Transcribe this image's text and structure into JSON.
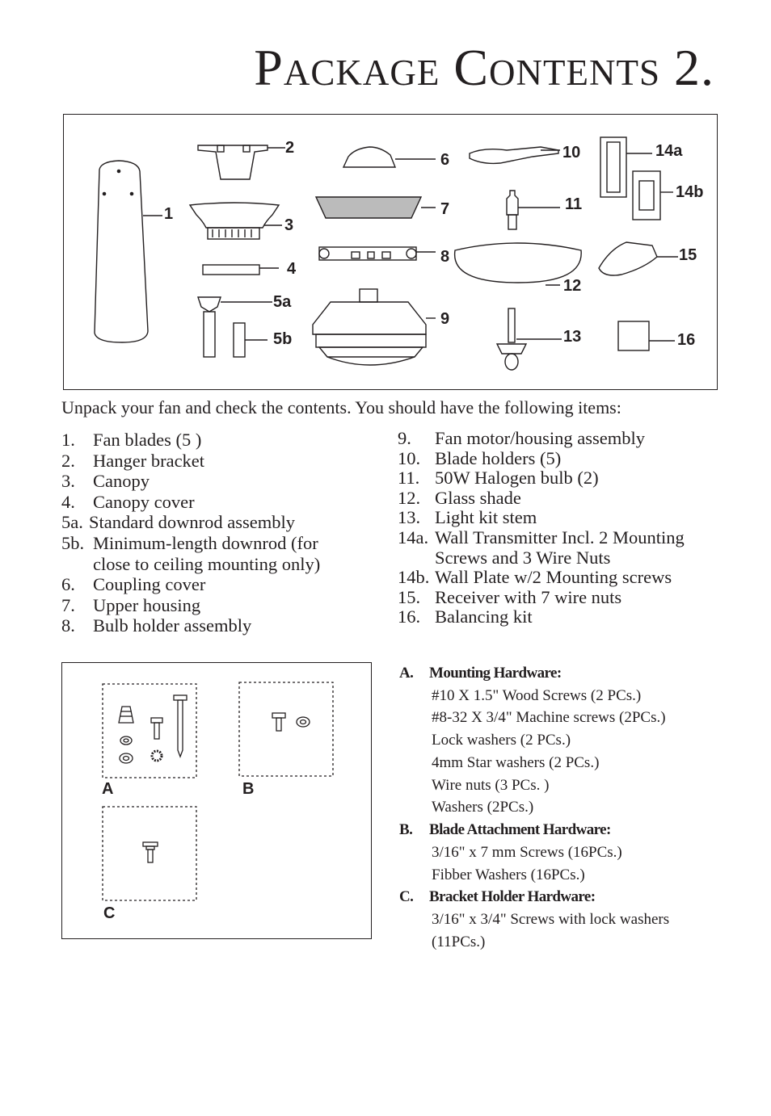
{
  "title": "Package Contents 2.",
  "figure_labels": [
    "1",
    "2",
    "3",
    "4",
    "5a",
    "5b",
    "6",
    "7",
    "8",
    "9",
    "10",
    "11",
    "12",
    "13",
    "14a",
    "14b",
    "15",
    "16"
  ],
  "intro": "Unpack your fan and check the contents. You should have the following items:",
  "items_left": [
    {
      "num": "1.",
      "text": "Fan blades (5 )"
    },
    {
      "num": "2.",
      "text": "Hanger bracket"
    },
    {
      "num": "3.",
      "text": "Canopy"
    },
    {
      "num": "4.",
      "text": "Canopy cover"
    },
    {
      "num": "5a.",
      "text": "Standard downrod assembly"
    },
    {
      "num": "5b.",
      "text": "Minimum-length downrod (for close to ceiling mounting only)"
    },
    {
      "num": "6.",
      "text": "Coupling cover"
    },
    {
      "num": "7.",
      "text": "Upper housing"
    },
    {
      "num": "8.",
      "text": "Bulb holder assembly"
    }
  ],
  "items_right": [
    {
      "num": "9.",
      "text": "Fan motor/housing assembly"
    },
    {
      "num": "10.",
      "text": "Blade holders (5)"
    },
    {
      "num": "11.",
      "text": "50W Halogen bulb (2)"
    },
    {
      "num": "12.",
      "text": "Glass shade"
    },
    {
      "num": "13.",
      "text": "Light kit stem"
    },
    {
      "num": "14a.",
      "text": "Wall Transmitter Incl. 2 Mounting Screws and 3 Wire Nuts"
    },
    {
      "num": "14b.",
      "text": "Wall Plate w/2 Mounting screws"
    },
    {
      "num": "15.",
      "text": "Receiver with 7 wire nuts"
    },
    {
      "num": "16.",
      "text": "Balancing kit"
    }
  ],
  "hardware_labels": {
    "a": "A",
    "b": "B",
    "c": "C"
  },
  "hardware": [
    {
      "letter": "A.",
      "heading": "Mounting Hardware:",
      "lines": [
        "#10 X 1.5\" Wood Screws (2 PCs.)",
        "#8-32 X 3/4\" Machine screws (2PCs.)",
        "Lock washers (2 PCs.)",
        "4mm Star washers (2 PCs.)",
        "Wire nuts (3 PCs. )",
        "Washers (2PCs.)"
      ]
    },
    {
      "letter": "B.",
      "heading": "Blade Attachment Hardware:",
      "lines": [
        "3/16\" x 7 mm Screws (16PCs.)",
        "Fibber Washers (16PCs.)"
      ]
    },
    {
      "letter": "C.",
      "heading": "Bracket Holder Hardware:",
      "lines": [
        "3/16\" x 3/4\" Screws with lock washers",
        "(11PCs.)"
      ]
    }
  ]
}
